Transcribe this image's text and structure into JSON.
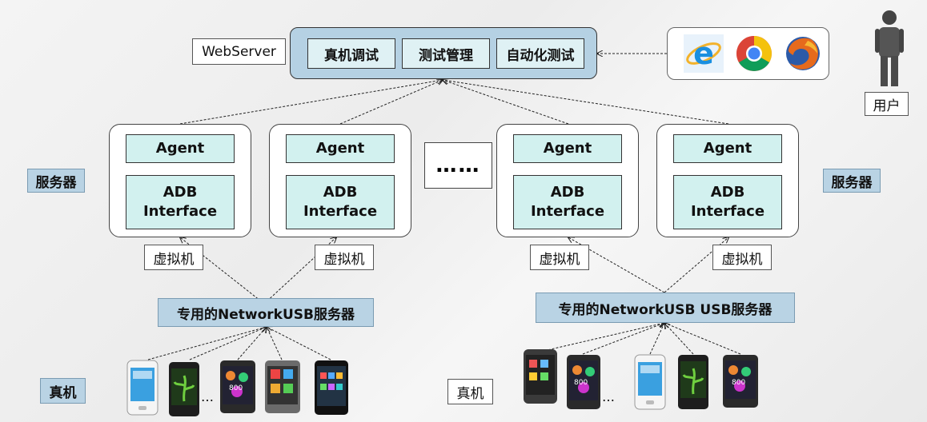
{
  "webserver": {
    "label": "WebServer",
    "modules": [
      "真机调试",
      "测试管理",
      "自动化测试"
    ]
  },
  "user": {
    "label": "用户"
  },
  "server_side_label": "服务器",
  "servers": [
    {
      "agent": "Agent",
      "adb_line1": "ADB",
      "adb_line2": "Interface"
    },
    {
      "agent": "Agent",
      "adb_line1": "ADB",
      "adb_line2": "Interface"
    },
    {
      "agent": "Agent",
      "adb_line1": "ADB",
      "adb_line2": "Interface"
    },
    {
      "agent": "Agent",
      "adb_line1": "ADB",
      "adb_line2": "Interface"
    }
  ],
  "ellipsis": "……",
  "vm_label": "虚拟机",
  "usb_servers": [
    "专用的NetworkUSB服务器",
    "专用的NetworkUSB USB服务器"
  ],
  "device_label_left": "真机",
  "device_label_right": "真机",
  "phone_gap_dots": "…",
  "browsers": [
    "ie-icon",
    "chrome-icon",
    "firefox-icon"
  ]
}
